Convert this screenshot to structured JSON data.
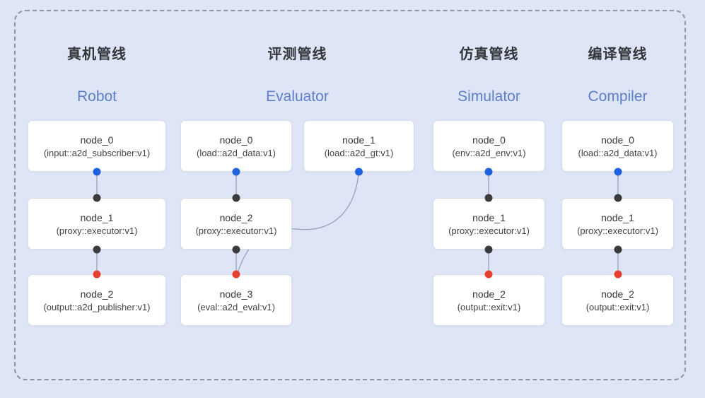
{
  "colors": {
    "background": "#dee5f6",
    "frame_dash": "#8d939f",
    "edge_line": "#97a2b8",
    "title_en": "#5d7ec9",
    "title_zh": "#34363c",
    "blue_port": "#1f62e0",
    "black_port": "#3c3c3e",
    "red_port": "#e6402f"
  },
  "pipelines": [
    {
      "title_zh": "真机管线",
      "title_en": "Robot",
      "nodes": [
        {
          "name": "node_0",
          "type": "(input::a2d_subscriber:v1)"
        },
        {
          "name": "node_1",
          "type": "(proxy::executor:v1)"
        },
        {
          "name": "node_2",
          "type": "(output::a2d_publisher:v1)"
        }
      ]
    },
    {
      "title_zh": "评测管线",
      "title_en": "Evaluator",
      "nodes": [
        {
          "name": "node_0",
          "type": "(load::a2d_data:v1)"
        },
        {
          "name": "node_1",
          "type": "(load::a2d_gt:v1)"
        },
        {
          "name": "node_2",
          "type": "(proxy::executor:v1)"
        },
        {
          "name": "node_3",
          "type": "(eval::a2d_eval:v1)"
        }
      ]
    },
    {
      "title_zh": "仿真管线",
      "title_en": "Simulator",
      "nodes": [
        {
          "name": "node_0",
          "type": "(env::a2d_env:v1)"
        },
        {
          "name": "node_1",
          "type": "(proxy::executor:v1)"
        },
        {
          "name": "node_2",
          "type": "(output::exit:v1)"
        }
      ]
    },
    {
      "title_zh": "编译管线",
      "title_en": "Compiler",
      "nodes": [
        {
          "name": "node_0",
          "type": "(load::a2d_data:v1)"
        },
        {
          "name": "node_1",
          "type": "(proxy::executor:v1)"
        },
        {
          "name": "node_2",
          "type": "(output::exit:v1)"
        }
      ]
    }
  ]
}
